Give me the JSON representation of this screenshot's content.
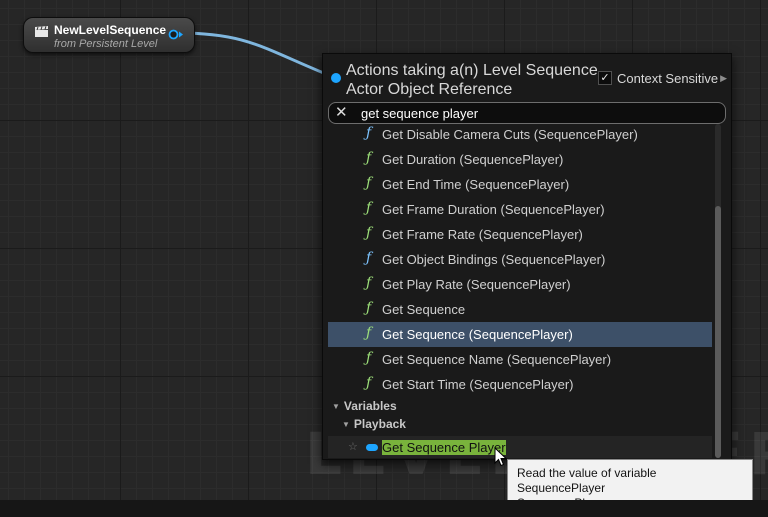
{
  "node": {
    "title": "NewLevelSequence",
    "subtitle": "from Persistent Level"
  },
  "menu": {
    "title_line1": "Actions taking a(n) Level Sequence",
    "title_line2": "Actor Object Reference",
    "context_sensitive_label": "Context Sensitive",
    "context_sensitive_checked": true,
    "search": {
      "value": "get sequence player",
      "placeholder": ""
    },
    "actions": [
      {
        "label": "Get Disable Camera Cuts (SequencePlayer)",
        "icon": "function-icon",
        "color": "blue"
      },
      {
        "label": "Get Duration (SequencePlayer)",
        "icon": "function-icon",
        "color": "green"
      },
      {
        "label": "Get End Time (SequencePlayer)",
        "icon": "function-icon",
        "color": "green"
      },
      {
        "label": "Get Frame Duration (SequencePlayer)",
        "icon": "function-icon",
        "color": "green"
      },
      {
        "label": "Get Frame Rate (SequencePlayer)",
        "icon": "function-icon",
        "color": "green"
      },
      {
        "label": "Get Object Bindings (SequencePlayer)",
        "icon": "function-icon",
        "color": "blue"
      },
      {
        "label": "Get Play Rate (SequencePlayer)",
        "icon": "function-icon",
        "color": "green"
      },
      {
        "label": "Get Sequence",
        "icon": "function-icon",
        "color": "green"
      },
      {
        "label": "Get Sequence (SequencePlayer)",
        "icon": "function-icon",
        "color": "green",
        "selected": true
      },
      {
        "label": "Get Sequence Name (SequencePlayer)",
        "icon": "function-icon",
        "color": "green"
      },
      {
        "label": "Get Start Time (SequencePlayer)",
        "icon": "function-icon",
        "color": "green"
      }
    ],
    "categories": {
      "variables": "Variables",
      "playback": "Playback"
    },
    "variable_item": {
      "label": "Get Sequence Player",
      "pin_color": "#1da5ff"
    }
  },
  "tooltip": {
    "line1": "Read the value of variable SequencePlayer",
    "line2": "Sequence Player"
  },
  "watermark": "LEVEL BLUEPRINT",
  "colors": {
    "accent_blue": "#1da5ff",
    "selected_row": "#3d5068",
    "function_green": "#9de07a",
    "function_blue": "#7dc4ff",
    "search_highlight": "#79b33c"
  }
}
